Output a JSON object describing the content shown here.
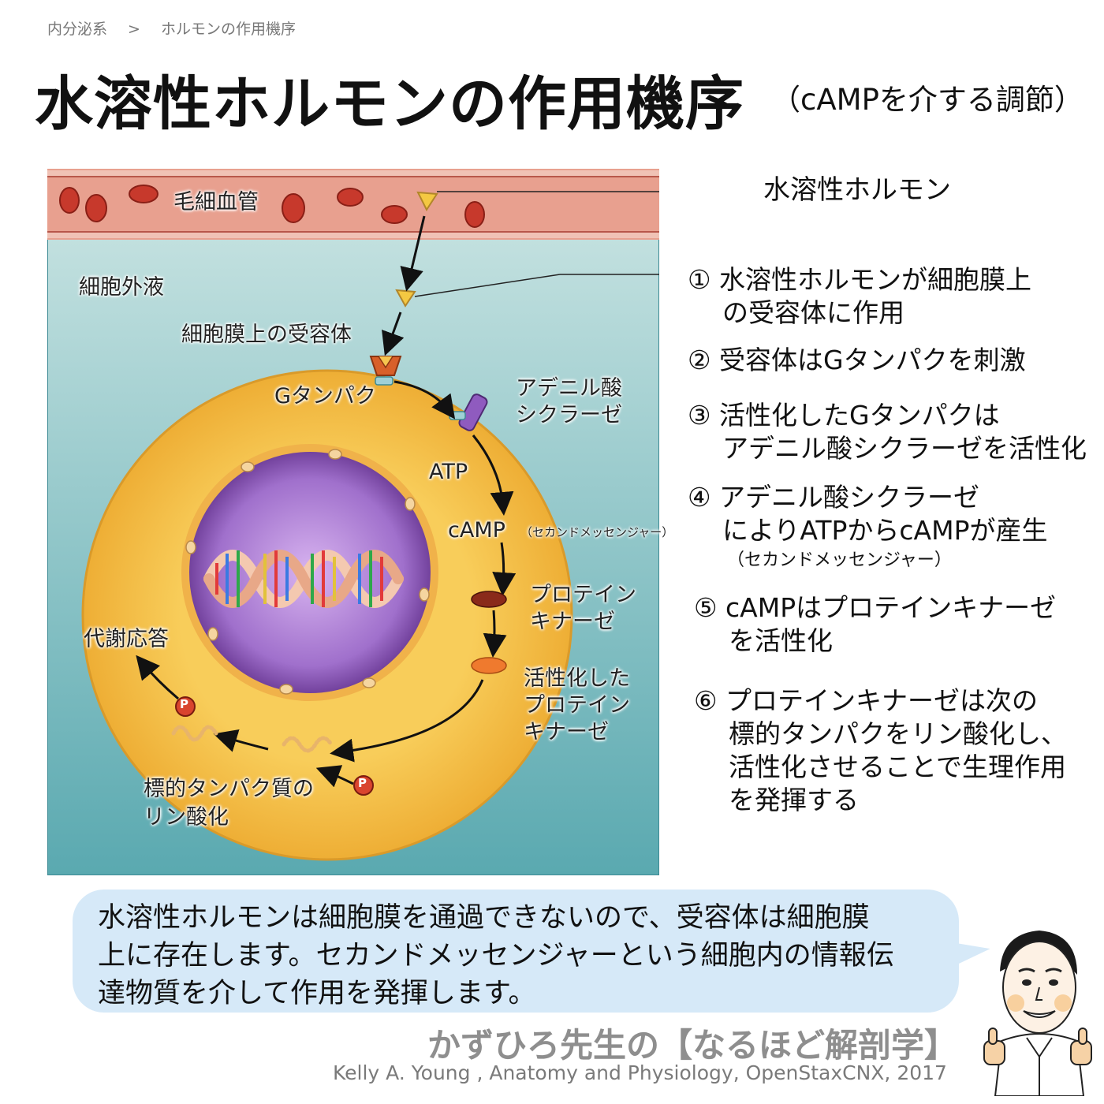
{
  "breadcrumb": {
    "parent": "内分泌系",
    "separator": ">",
    "current": "ホルモンの作用機序"
  },
  "title": "水溶性ホルモンの作用機序",
  "subtitle": "（cAMPを介する調節）",
  "diagram": {
    "capillary": "毛細血管",
    "ecf": "細胞外液",
    "receptor": "細胞膜上の受容体",
    "g_protein": "Gタンパク",
    "adenylate_line1": "アデニル酸",
    "adenylate_line2": "シクラーゼ",
    "atp": "ATP",
    "camp": "cAMP",
    "camp_note": "（セカンドメッセンジャー）",
    "pk_line1": "プロテイン",
    "pk_line2": "キナーゼ",
    "apk_line1": "活性化した",
    "apk_line2": "プロテイン",
    "apk_line3": "キナーゼ",
    "metabolic": "代謝応答",
    "phos_line1": "標的タンパク質の",
    "phos_line2": "リン酸化",
    "p_mark": "P"
  },
  "hormone_label": "水溶性ホルモン",
  "steps": [
    {
      "num": "①",
      "lines": [
        "水溶性ホルモンが細胞膜上",
        "の受容体に作用"
      ]
    },
    {
      "num": "②",
      "lines": [
        "受容体はGタンパクを刺激"
      ]
    },
    {
      "num": "③",
      "lines": [
        "活性化したGタンパクは",
        "アデニル酸シクラーゼを活性化"
      ]
    },
    {
      "num": "④",
      "lines": [
        "アデニル酸シクラーゼ",
        "によりATPからcAMPが産生"
      ],
      "note": "（セカンドメッセンジャー）"
    },
    {
      "num": "⑤",
      "lines": [
        "cAMPはプロテインキナーゼ",
        "を活性化"
      ]
    },
    {
      "num": "⑥",
      "lines": [
        "プロテインキナーゼは次の",
        "標的タンパクをリン酸化し、",
        "活性化させることで生理作用",
        "を発揮する"
      ]
    }
  ],
  "bubble": {
    "line1": "水溶性ホルモンは細胞膜を通過できないので、受容体は細胞膜",
    "line2": "上に存在します。セカンドメッセンジャーという細胞内の情報伝",
    "line3": "達物質を介して作用を発揮します。"
  },
  "credit": {
    "main": "かずひろ先生の【なるほど解剖学】",
    "source": "Kelly A. Young , Anatomy and Physiology, OpenStaxCNX, 2017"
  },
  "colors": {
    "ecf": "#8fc8ca",
    "capillary": "#e9a496",
    "cytoplasm": "#f6c64f",
    "nucleus": "#8e57b5",
    "rbc": "#c7392c"
  }
}
